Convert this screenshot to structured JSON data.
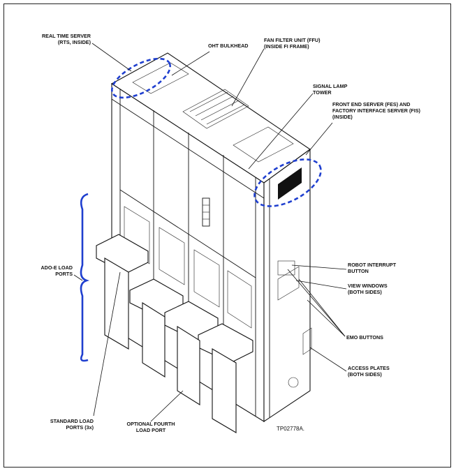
{
  "diagram": {
    "labels": {
      "rts_line1": "REAL TIME SERVER",
      "rts_line2": "(RTS, INSIDE)",
      "oht": "OHT BULKHEAD",
      "ffu_line1": "FAN FILTER UNIT (FFU)",
      "ffu_line2": "(INSIDE FI FRAME)",
      "lamp_line1": "SIGNAL LAMP",
      "lamp_line2": "TOWER",
      "fes_line1": "FRONT END SERVER (FES) AND",
      "fes_line2": "FACTORY INTERFACE SERVER (FIS)",
      "fes_line3": "(INSIDE)",
      "ado_line1": "ADO-E LOAD",
      "ado_line2": "PORTS",
      "robot_line1": "ROBOT INTERRUPT",
      "robot_line2": "BUTTON",
      "view_line1": "VIEW WINDOWS",
      "view_line2": "(BOTH SIDES)",
      "emo": "EMO BUTTONS",
      "access_line1": "ACCESS PLATES",
      "access_line2": "(BOTH SIDES)",
      "std_line1": "STANDARD LOAD",
      "std_line2": "PORTS (3x)",
      "opt_line1": "OPTIONAL FOURTH",
      "opt_line2": "LOAD PORT",
      "figure_id": "TP02778A."
    },
    "colors": {
      "highlight": "#1f3fcf",
      "line": "#111111"
    }
  }
}
